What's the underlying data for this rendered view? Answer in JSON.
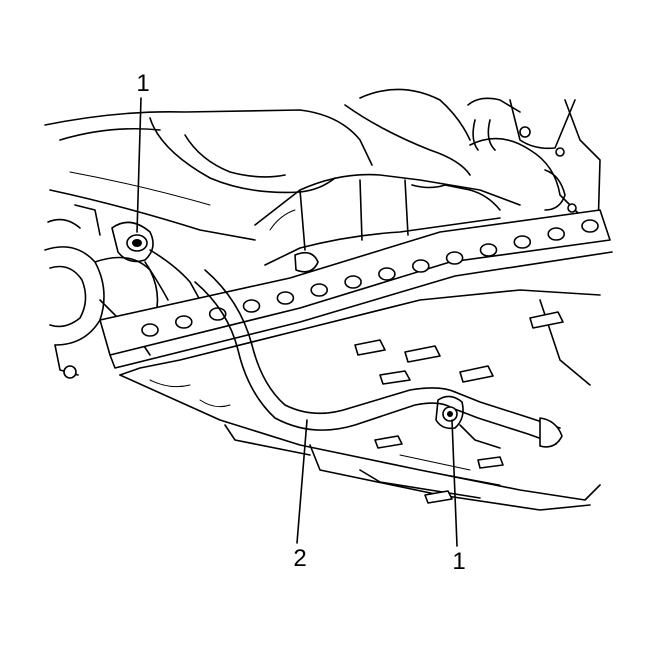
{
  "callouts": [
    {
      "label": "1"
    },
    {
      "label": "2"
    },
    {
      "label": "1"
    }
  ],
  "colors": {
    "line": "#000000",
    "background": "#ffffff"
  }
}
